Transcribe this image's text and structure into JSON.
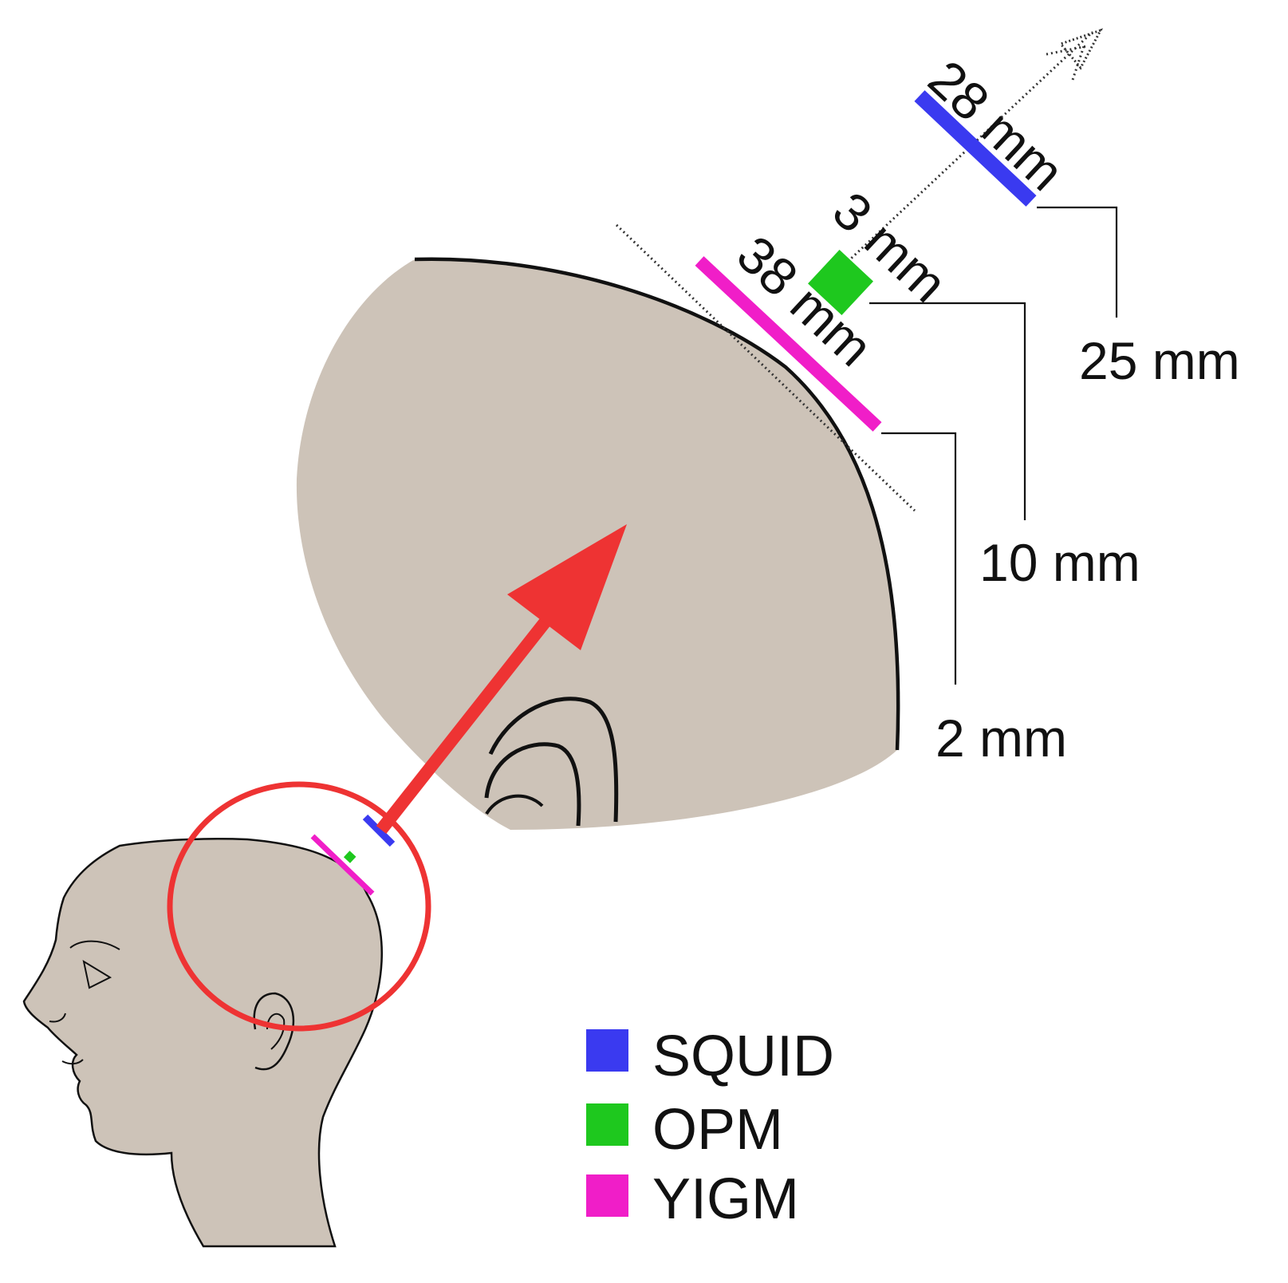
{
  "colors": {
    "skin": "#cdc3b8",
    "outline": "#111111",
    "squid": "#3a3af0",
    "opm": "#1ec81e",
    "yigm": "#f01ec8",
    "zoom": "#ee3333"
  },
  "sensors": {
    "squid": {
      "size_label": "28 mm",
      "distance_label": "25 mm"
    },
    "opm": {
      "size_label": "3 mm",
      "distance_label": "10 mm"
    },
    "yigm": {
      "size_label": "38 mm",
      "distance_label": "2 mm"
    }
  },
  "legend": [
    {
      "label": "SQUID",
      "color": "#3a3af0"
    },
    {
      "label": "OPM",
      "color": "#1ec81e"
    },
    {
      "label": "YIGM",
      "color": "#f01ec8"
    }
  ]
}
